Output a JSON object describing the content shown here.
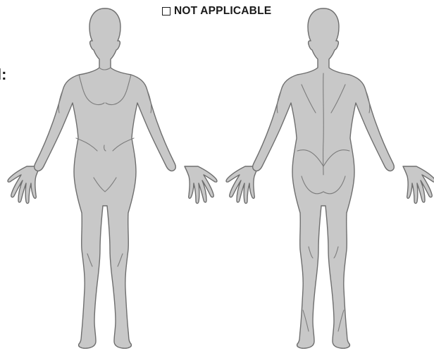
{
  "not_applicable": {
    "checkbox_glyph": "☐",
    "label": "NOT APPLICABLE",
    "checked": false
  },
  "cut_text": "l:",
  "figures": [
    {
      "view": "front",
      "color": "#c8c8c8"
    },
    {
      "view": "back",
      "color": "#c8c8c8"
    }
  ]
}
